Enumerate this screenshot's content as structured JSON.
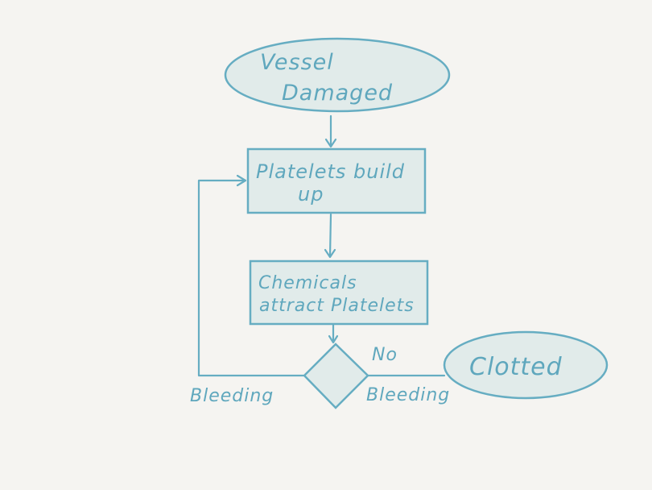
{
  "colors": {
    "background": "#f5f4f1",
    "stroke": "#66adc2",
    "fill": "#e1ebea",
    "text": "#5fa7bd"
  },
  "nodes": {
    "start": {
      "line1": "Vessel",
      "line2": "Damaged"
    },
    "platelets": {
      "line1": "Platelets build",
      "line2": "up"
    },
    "chemicals": {
      "line1": "Chemicals",
      "line2": "attract Platelets"
    },
    "decision": {
      "shape": "diamond"
    },
    "end": {
      "label": "Clotted"
    }
  },
  "edge_labels": {
    "bleeding": "Bleeding",
    "no_bleeding_line1": "No",
    "no_bleeding_line2": "Bleeding"
  }
}
